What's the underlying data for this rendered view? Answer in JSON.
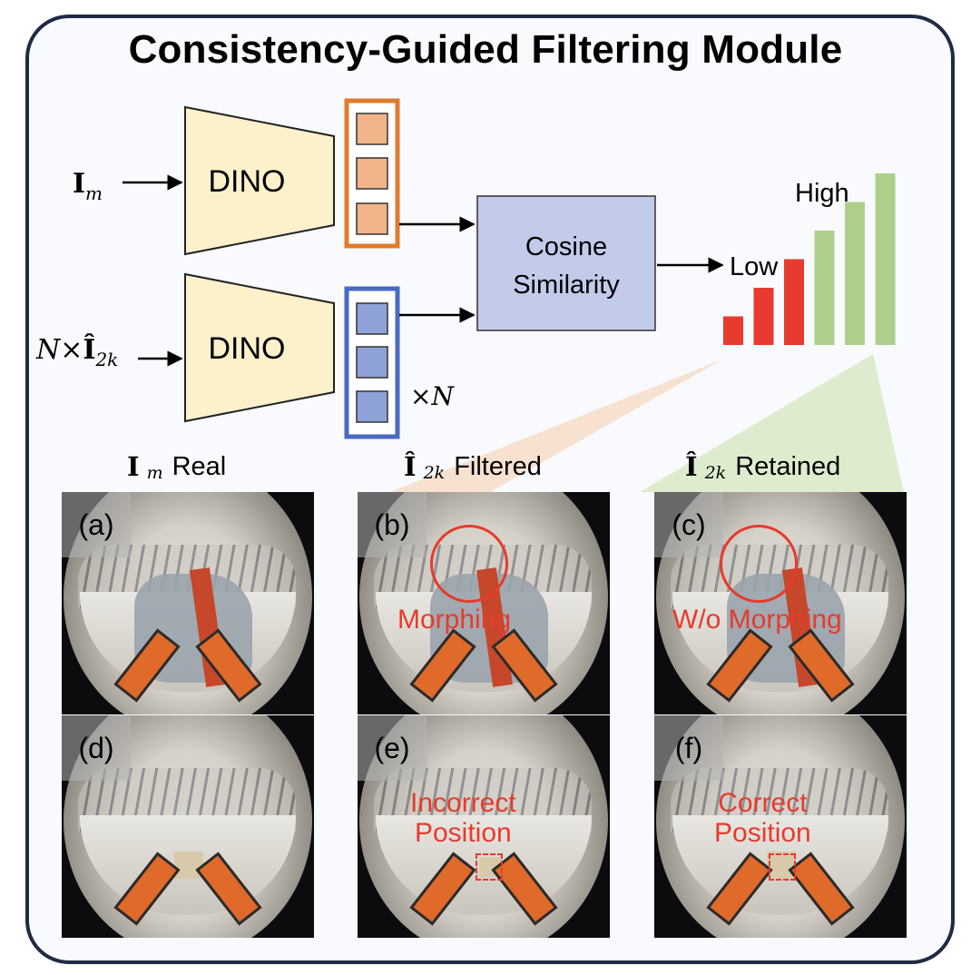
{
  "title": "Consistency-Guided Filtering Module",
  "encoder_label": "DINO",
  "similarity_label": [
    "Cosine",
    "Similarity"
  ],
  "low_label": "Low",
  "high_label": "High",
  "times_n": "×N",
  "input_top": {
    "symbol": "I",
    "sub": "m"
  },
  "input_bottom": {
    "prefix": "N×",
    "symbol": "Î",
    "sub": "2k"
  },
  "colors": {
    "encoder_fill": "#fdf1cc",
    "feature_top_border": "#e07b2e",
    "feature_top_fill": "#f2b58a",
    "feature_bottom_border": "#4a6ac2",
    "feature_bottom_fill": "#8fa2d8",
    "similarity_fill": "#c3cbea",
    "bar_low": "#e63b2e",
    "bar_high": "#aecf8c",
    "highlight_text": "#e63b2e"
  },
  "score_bars": {
    "low_values": [
      1,
      2,
      3
    ],
    "high_values": [
      4,
      5,
      6
    ]
  },
  "columns": [
    {
      "symbol": "I",
      "sub": "m",
      "label": "Real"
    },
    {
      "symbol": "Î",
      "sub": "2k",
      "label": "Filtered"
    },
    {
      "symbol": "Î",
      "sub": "2k",
      "label": "Retained"
    }
  ],
  "panels": [
    {
      "tag": "(a)",
      "note": []
    },
    {
      "tag": "(b)",
      "note": [
        "Morphing"
      ]
    },
    {
      "tag": "(c)",
      "note": [
        "W/o Morphing"
      ]
    },
    {
      "tag": "(d)",
      "note": []
    },
    {
      "tag": "(e)",
      "note": [
        "Incorrect",
        "Position"
      ]
    },
    {
      "tag": "(f)",
      "note": [
        "Correct",
        "Position"
      ]
    }
  ]
}
